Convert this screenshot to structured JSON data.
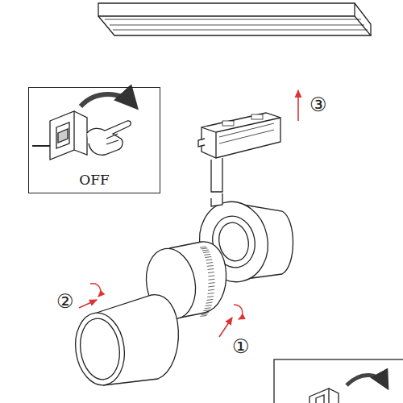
{
  "diagram": {
    "nodes": [
      {
        "text": [
          "OFF"
        ]
      }
    ],
    "labels": [
      "③",
      "②",
      "①"
    ]
  }
}
